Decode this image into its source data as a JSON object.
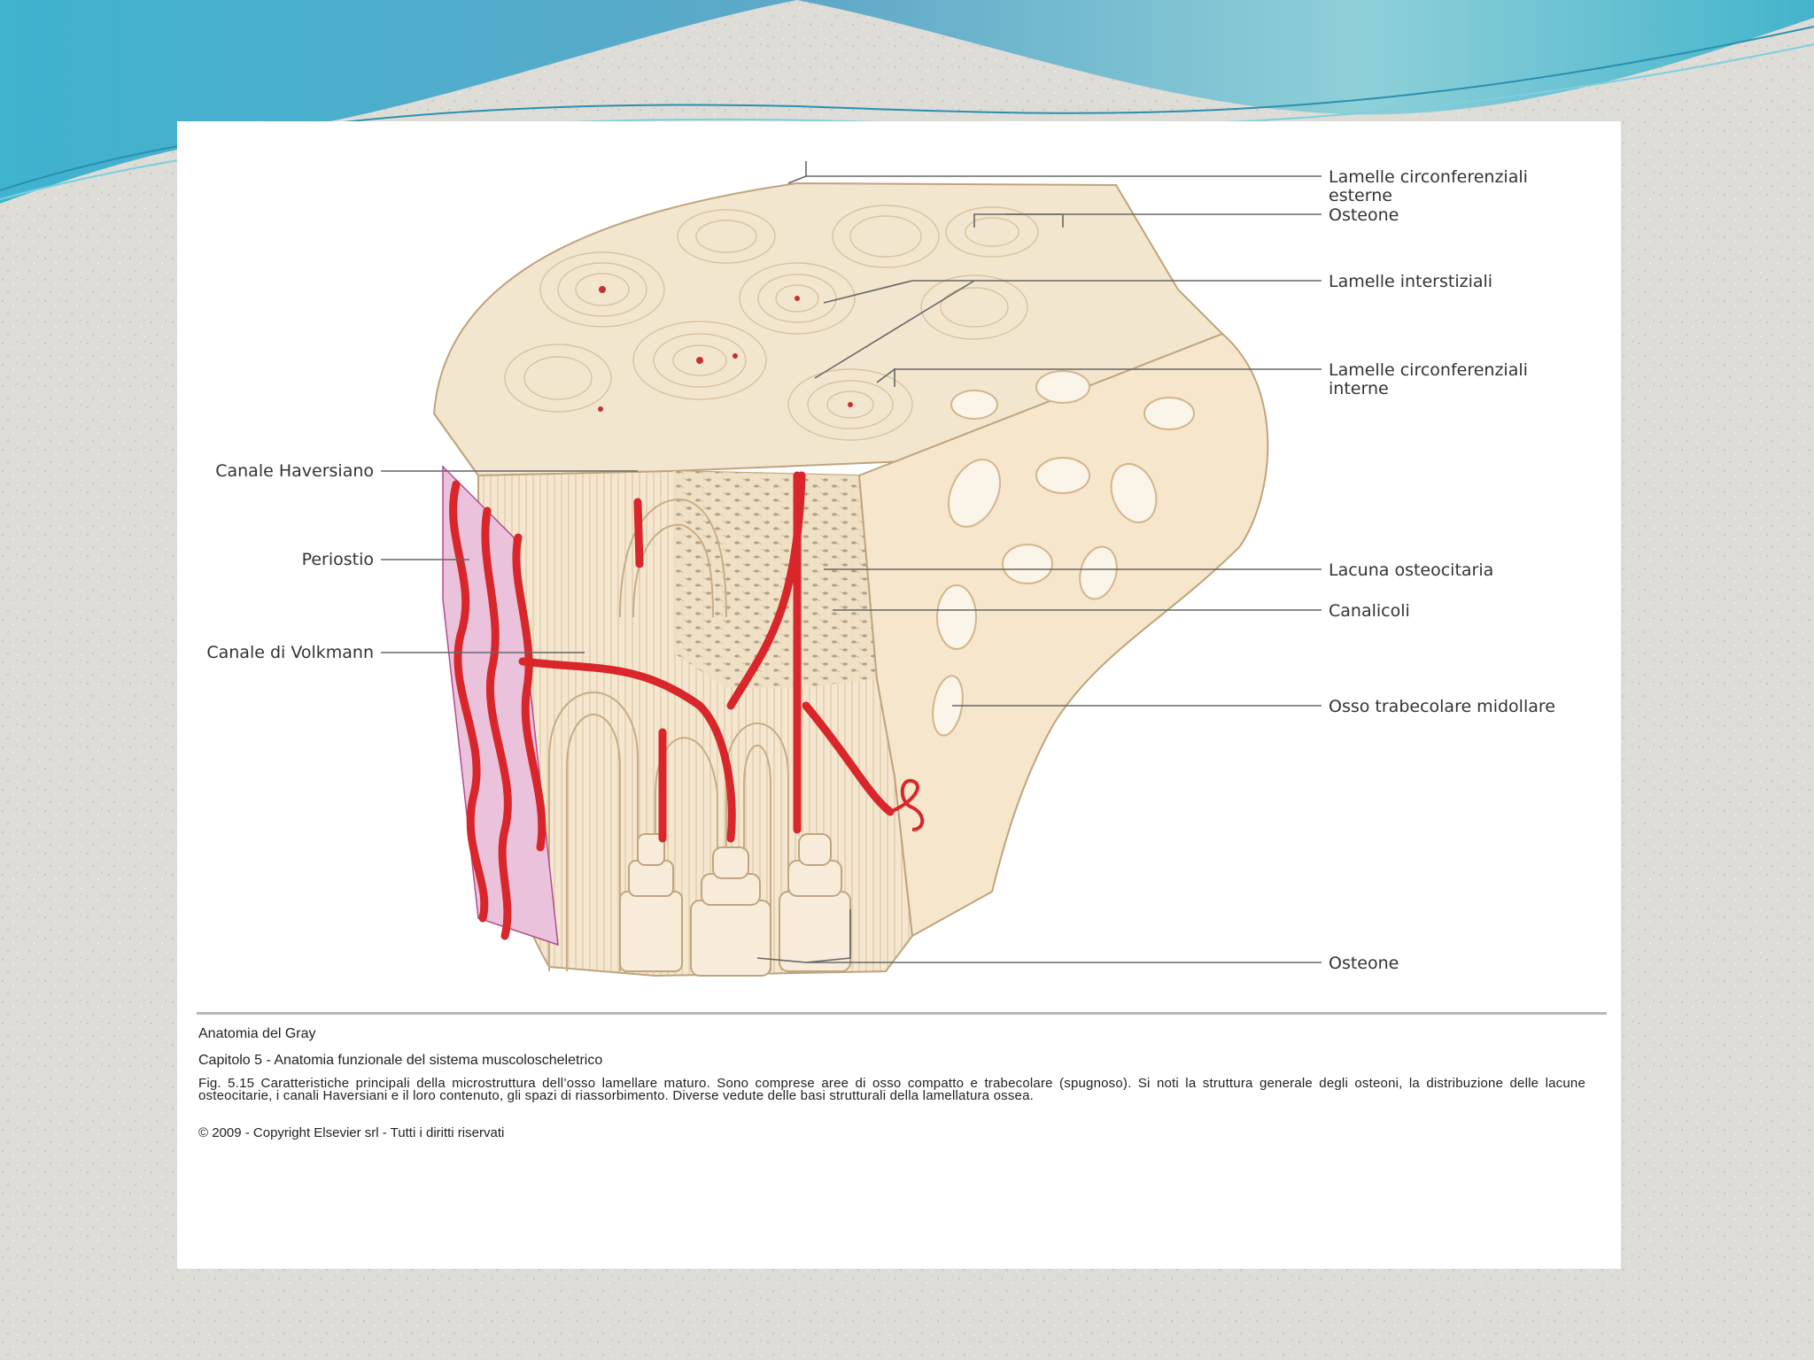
{
  "colors": {
    "bone_light": "#f6ead6",
    "bone_mid": "#eedcbf",
    "bone_line": "#c9b08e",
    "vessel_red": "#d8262b",
    "periosteum": "#e7b7d6",
    "header_teal": "#5fb9cf"
  },
  "labels": {
    "lamelle_circ_esterne_1": "Lamelle circonferenziali",
    "lamelle_circ_esterne_2": "esterne",
    "osteone_top": "Osteone",
    "lamelle_interstiziali": "Lamelle interstiziali",
    "lamelle_circ_interne_1": "Lamelle circonferenziali",
    "lamelle_circ_interne_2": "interne",
    "canale_haversiano": "Canale Haversiano",
    "periostio": "Periostio",
    "canale_volkmann": "Canale di Volkmann",
    "lacuna_osteocitaria": "Lacuna osteocitaria",
    "canalicoli": "Canalicoli",
    "osso_trabecolare": "Osso trabecolare midollare",
    "osteone_bottom": "Osteone"
  },
  "caption": {
    "source": "Anatomia del Gray",
    "chapter": "Capitolo 5 - Anatomia funzionale del sistema muscoloscheletrico",
    "figure": "Fig. 5.15 Caratteristiche principali della microstruttura dell’osso lamellare maturo. Sono comprese aree di osso compatto e trabecolare (spugnoso). Si noti la struttura generale degli osteoni, la distribuzione delle lacune osteocitarie, i canali Haversiani e il loro contenuto, gli spazi di riassorbimento. Diverse vedute delle basi strutturali della lamellatura ossea.",
    "copyright": "© 2009 - Copyright Elsevier srl - Tutti i diritti riservati"
  }
}
